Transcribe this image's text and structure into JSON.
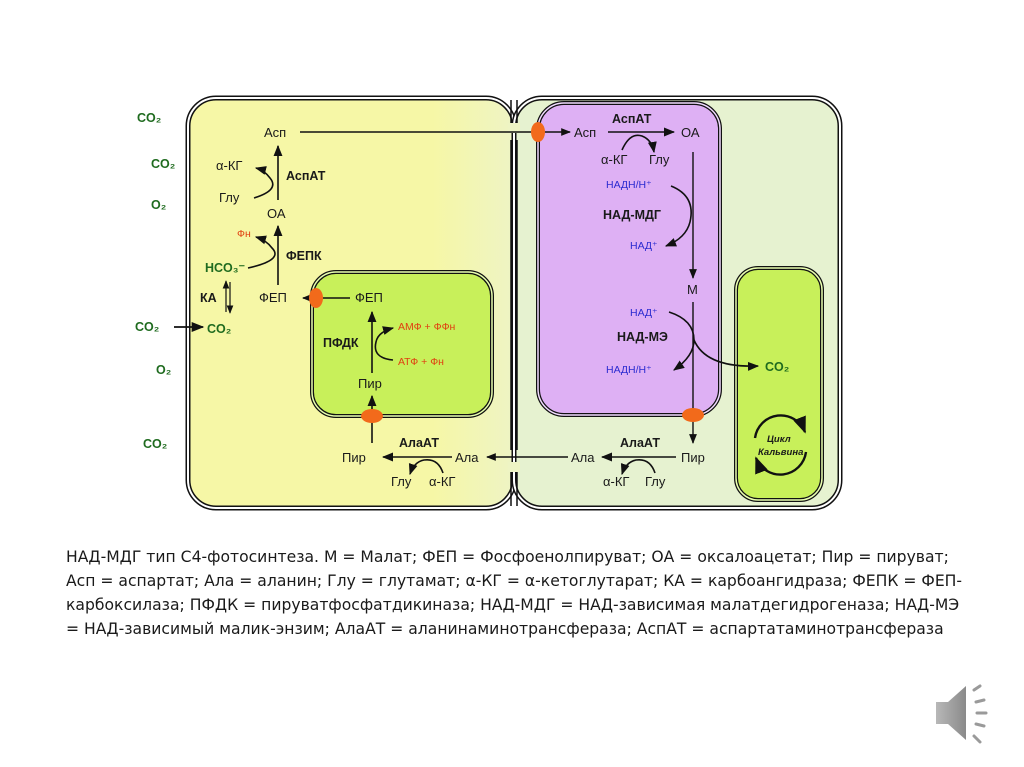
{
  "slide": {
    "caption": "НАД-МДГ тип С4-фотосинтеза. М = Малат; ФЕП = Фосфоенолпируват; ОА = оксалоацетат; Пир = пируват; Асп = аспартат; Ала = аланин; Глу = глутамат; α-КГ = α-кетоглутарат; КА = карбоангидраза; ФЕПК = ФЕП-карбоксилаза; ПФДК = пируватфосфатдикиназа; НАД-МДГ = НАД-зависимая малатдегидрогеназа; НАД-МЭ = НАД-зависимый малик-энзим; АлаАТ = аланинаминотрансфераза; АспАТ = аспартатаминотрансфераза",
    "audio_icon": "speaker-icon"
  },
  "outside": {
    "co2_1": "CO₂",
    "co2_2": "CO₂",
    "o2_1": "O₂",
    "co2_in": "CO₂",
    "o2_2": "O₂",
    "co2_3": "CO₂"
  },
  "mesophyll": {
    "asp": "Асп",
    "akg": "α-КГ",
    "asp_at": "АспАТ",
    "glu": "Глу",
    "oa": "ОА",
    "pi": "Фн",
    "fepk": "ФЕПК",
    "hco3": "HCO₃⁻",
    "ka": "КА",
    "fep": "ФЕП",
    "co2": "CO₂",
    "pir": "Пир",
    "ala": "Ала",
    "ala_at": "АлаАТ",
    "glu2": "Глу",
    "akg2": "α-КГ"
  },
  "chloroplast_m": {
    "fep": "ФЕП",
    "pfdk": "ПФДК",
    "amp": "АМФ + ФФн",
    "atp": "АТФ + Фн",
    "pir": "Пир"
  },
  "mitochondrion": {
    "asp": "Асп",
    "asp_at": "АспАТ",
    "oa": "ОА",
    "akg": "α-КГ",
    "glu": "Глу",
    "nadh1": "НАДН/Н⁺",
    "nad_mdg": "НАД-МДГ",
    "nad1": "НАД⁺",
    "m": "М",
    "nad2": "НАД⁺",
    "nad_me": "НАД-МЭ",
    "nadh2": "НАДН/Н⁺"
  },
  "bundle_sheath": {
    "co2": "CO₂",
    "ala": "Ала",
    "ala_at": "АлаАТ",
    "pir": "Пир",
    "akg": "α-КГ",
    "glu": "Глу",
    "calvin_1": "Цикл",
    "calvin_2": "Кальвина"
  },
  "colors": {
    "mesophyll": "#f6f7a6",
    "bundle_sheath": "#e6f2d0",
    "mitochondrion": "#deb0f4",
    "chloroplast": "#c8f05a",
    "transporter": "#f26a1b",
    "green_text": "#1f6b1f",
    "red_text": "#e04010",
    "blue_text": "#2a2ad0"
  }
}
